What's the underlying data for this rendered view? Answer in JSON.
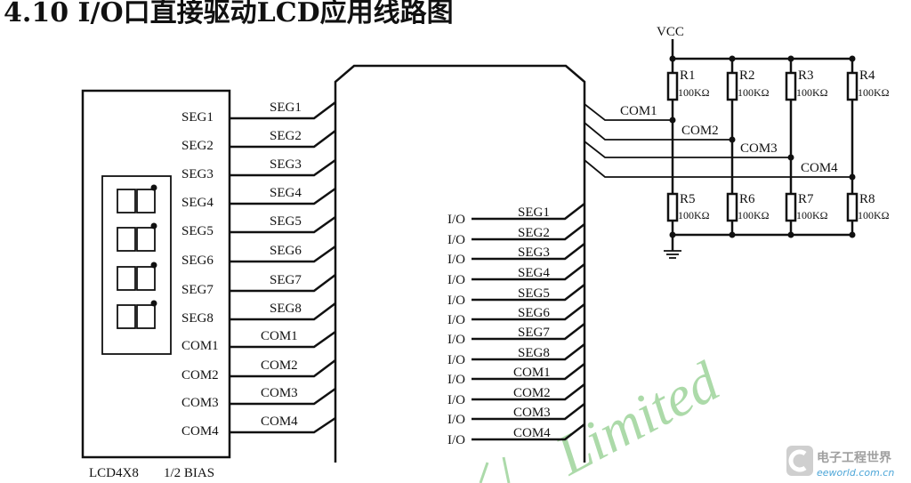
{
  "title": "4.10 I/O口直接驱动LCD应用线路图",
  "lcd": {
    "name": "LCD4X8",
    "bias": "1/2 BIAS",
    "pins": [
      "SEG1",
      "SEG2",
      "SEG3",
      "SEG4",
      "SEG5",
      "SEG6",
      "SEG7",
      "SEG8",
      "COM1",
      "COM2",
      "COM3",
      "COM4"
    ]
  },
  "mcu": {
    "left_pins": [
      "SEG1",
      "SEG2",
      "SEG3",
      "SEG4",
      "SEG5",
      "SEG6",
      "SEG7",
      "SEG8",
      "COM1",
      "COM2",
      "COM3",
      "COM4"
    ],
    "io_rows": [
      {
        "io": "I/O",
        "pin": "SEG1"
      },
      {
        "io": "I/O",
        "pin": "SEG2"
      },
      {
        "io": "I/O",
        "pin": "SEG3"
      },
      {
        "io": "I/O",
        "pin": "SEG4"
      },
      {
        "io": "I/O",
        "pin": "SEG5"
      },
      {
        "io": "I/O",
        "pin": "SEG6"
      },
      {
        "io": "I/O",
        "pin": "SEG7"
      },
      {
        "io": "I/O",
        "pin": "SEG8"
      },
      {
        "io": "I/O",
        "pin": "COM1"
      },
      {
        "io": "I/O",
        "pin": "COM2"
      },
      {
        "io": "I/O",
        "pin": "COM3"
      },
      {
        "io": "I/O",
        "pin": "COM4"
      }
    ],
    "com_outputs": [
      "COM1",
      "COM2",
      "COM3",
      "COM4"
    ]
  },
  "vcc_label": "VCC",
  "resistors_top": [
    {
      "name": "R1",
      "value": "100KΩ"
    },
    {
      "name": "R2",
      "value": "100KΩ"
    },
    {
      "name": "R3",
      "value": "100KΩ"
    },
    {
      "name": "R4",
      "value": "100KΩ"
    }
  ],
  "resistors_bottom": [
    {
      "name": "R5",
      "value": "100KΩ"
    },
    {
      "name": "R6",
      "value": "100KΩ"
    },
    {
      "name": "R7",
      "value": "100KΩ"
    },
    {
      "name": "R8",
      "value": "100KΩ"
    }
  ],
  "watermark": "Limited",
  "logo": {
    "main": "电子工程世界",
    "sub": "eeworld.com.cn"
  }
}
